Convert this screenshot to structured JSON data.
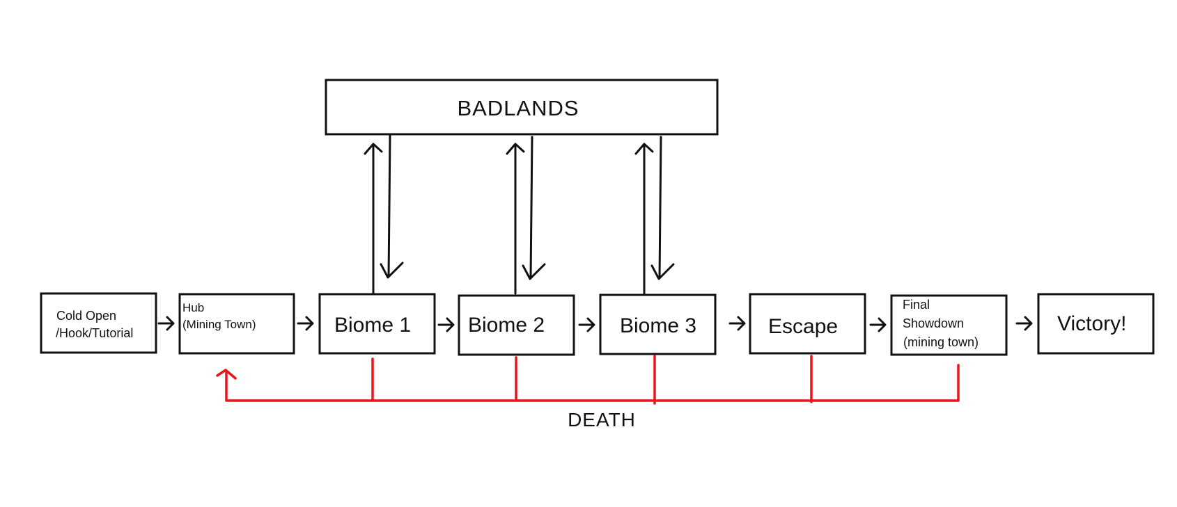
{
  "diagram": {
    "badlands": {
      "label": "BADLANDS"
    },
    "nodes": [
      {
        "id": "cold-open",
        "lines": [
          "Cold Open",
          "/Hook/Tutorial"
        ]
      },
      {
        "id": "hub",
        "lines": [
          "Hub",
          "(Mining Town)"
        ]
      },
      {
        "id": "biome-1",
        "lines": [
          "Biome 1"
        ]
      },
      {
        "id": "biome-2",
        "lines": [
          "Biome 2"
        ]
      },
      {
        "id": "biome-3",
        "lines": [
          "Biome 3"
        ]
      },
      {
        "id": "escape",
        "lines": [
          "Escape"
        ]
      },
      {
        "id": "final-showdown",
        "lines": [
          "Final",
          "Showdown",
          "(mining town)"
        ]
      },
      {
        "id": "victory",
        "lines": [
          "Victory!"
        ]
      }
    ],
    "death": {
      "label": "DEATH",
      "color": "#e8161b"
    },
    "line_color": "#111111"
  }
}
